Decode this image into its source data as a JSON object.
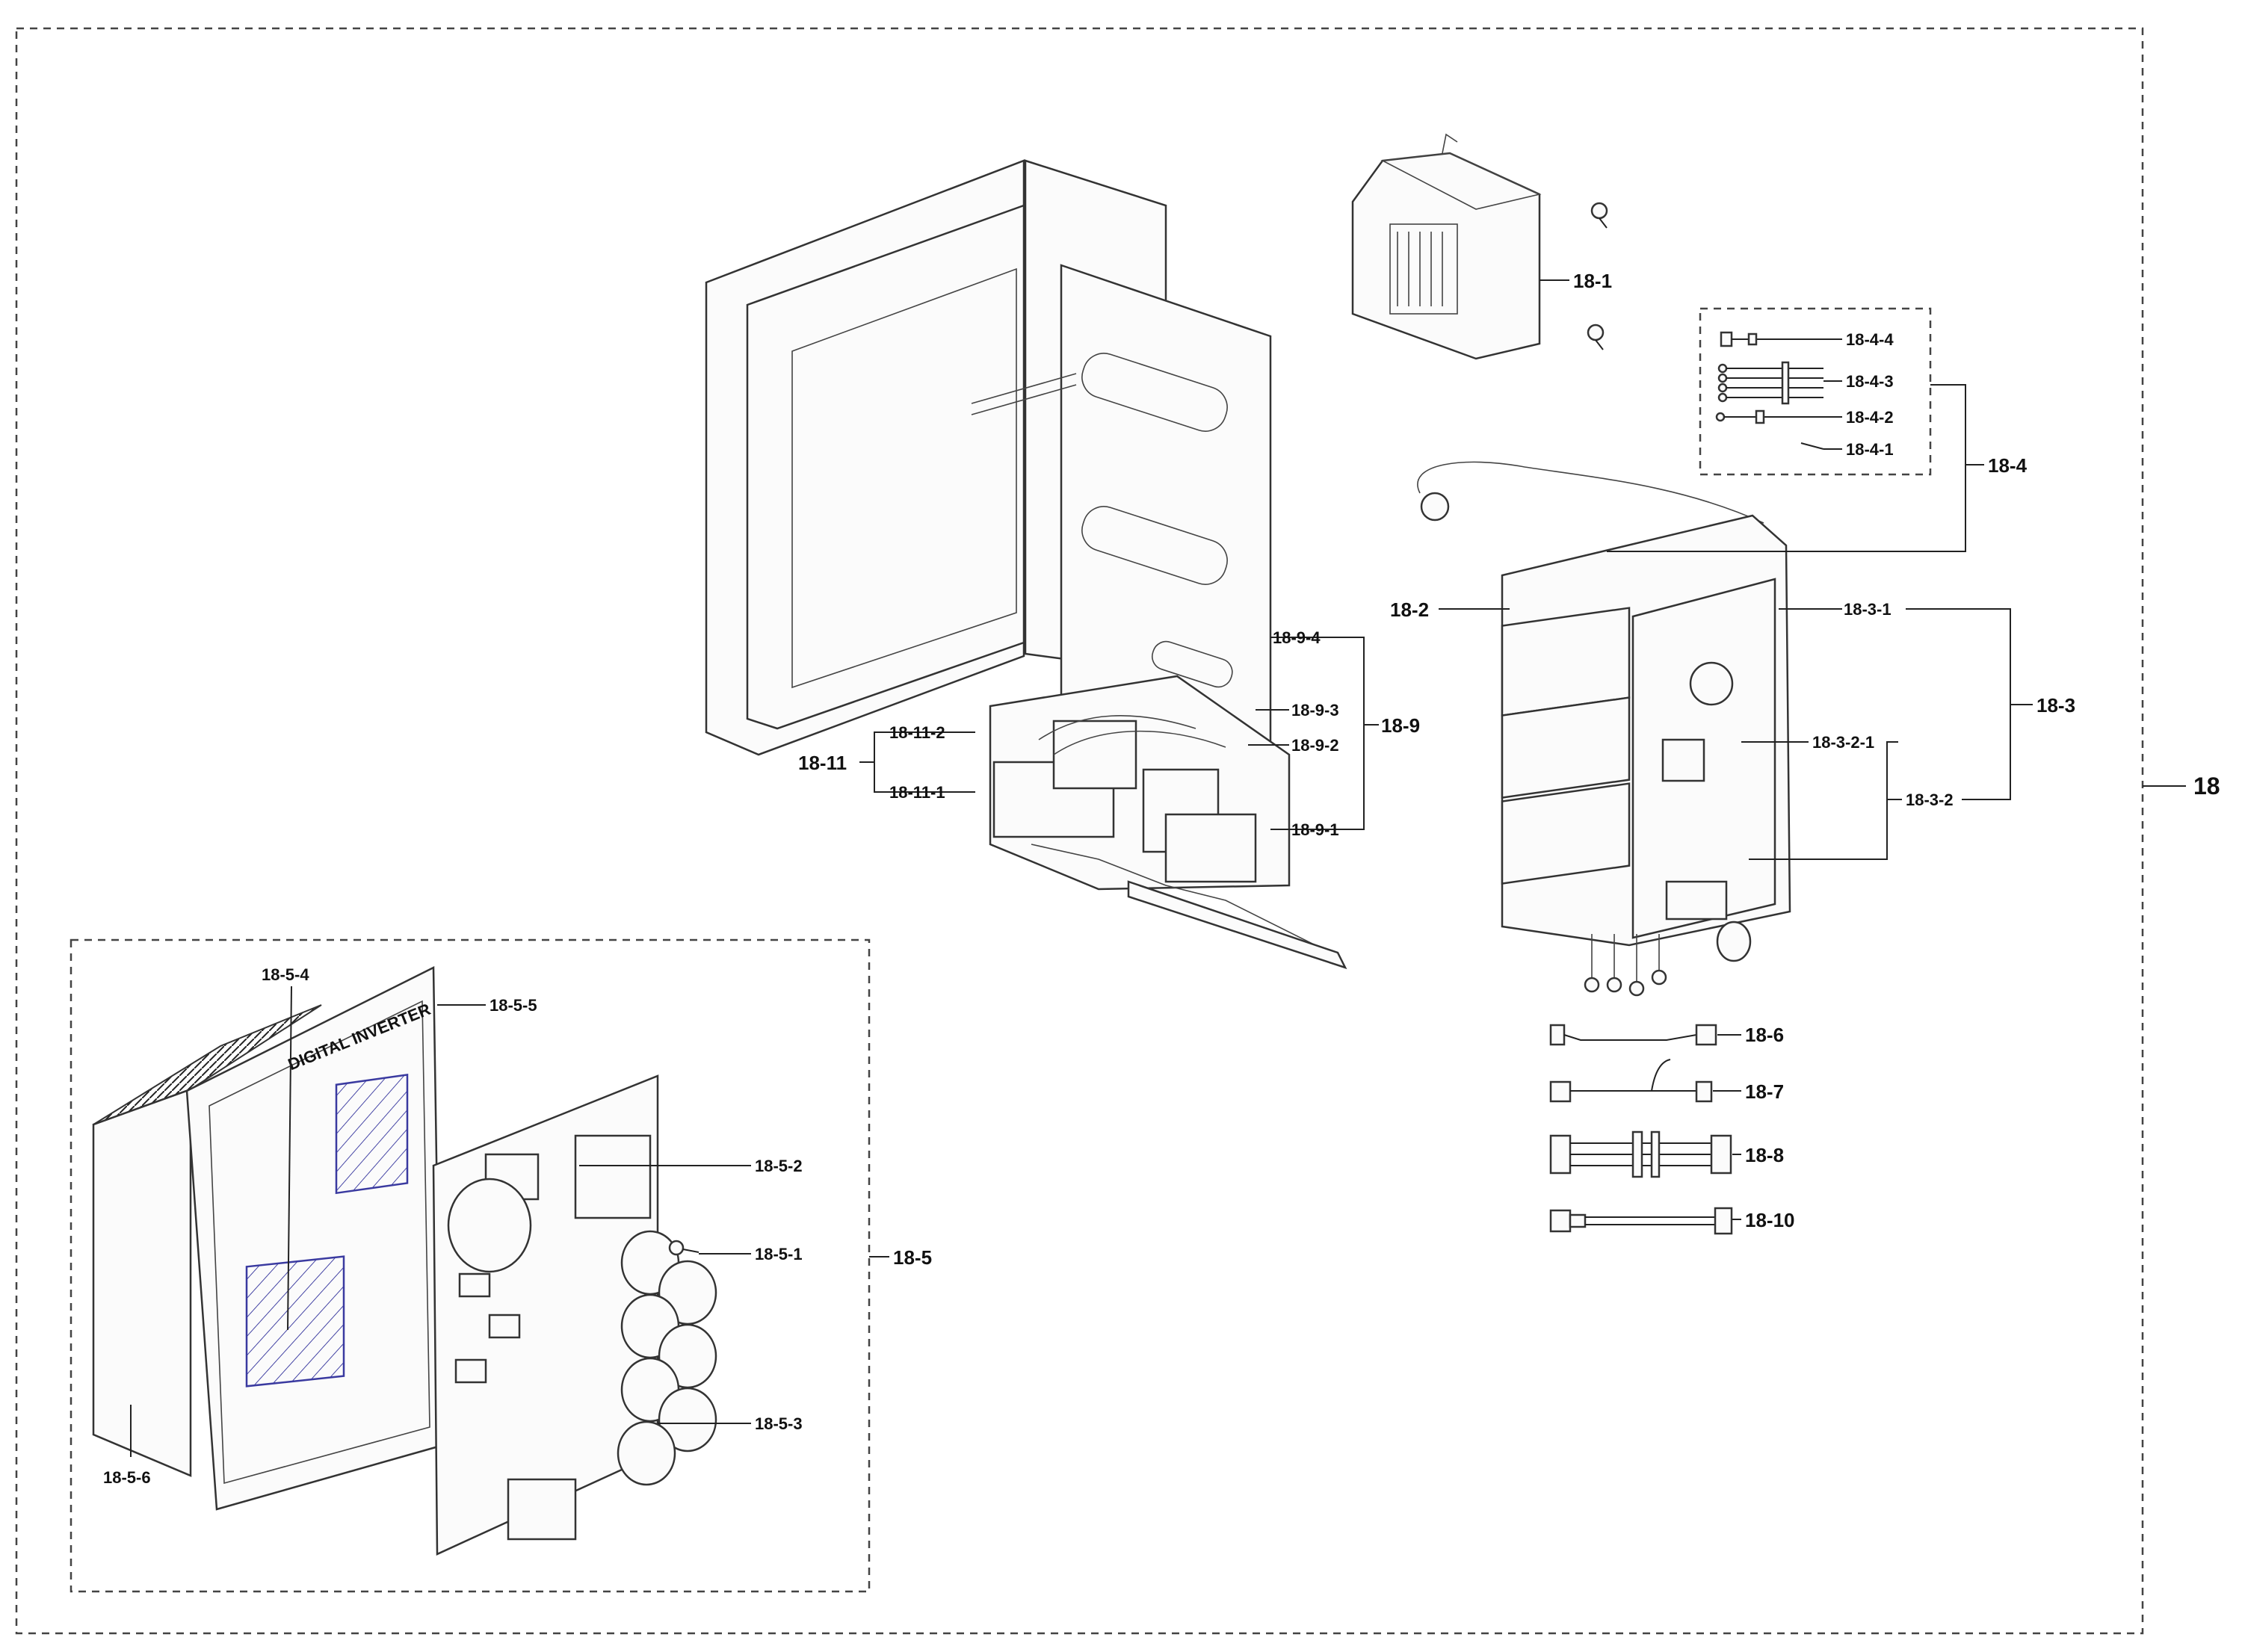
{
  "labels": {
    "l18": "18",
    "l18_1": "18-1",
    "l18_2": "18-2",
    "l18_3": "18-3",
    "l18_3_1": "18-3-1",
    "l18_3_2": "18-3-2",
    "l18_3_2_1": "18-3-2-1",
    "l18_4": "18-4",
    "l18_4_1": "18-4-1",
    "l18_4_2": "18-4-2",
    "l18_4_3": "18-4-3",
    "l18_4_4": "18-4-4",
    "l18_5": "18-5",
    "l18_5_1": "18-5-1",
    "l18_5_2": "18-5-2",
    "l18_5_3": "18-5-3",
    "l18_5_4": "18-5-4",
    "l18_5_5": "18-5-5",
    "l18_5_6": "18-5-6",
    "l18_6": "18-6",
    "l18_7": "18-7",
    "l18_8": "18-8",
    "l18_9": "18-9",
    "l18_9_1": "18-9-1",
    "l18_9_2": "18-9-2",
    "l18_9_3": "18-9-3",
    "l18_9_4": "18-9-4",
    "l18_10": "18-10",
    "l18_11": "18-11",
    "l18_11_1": "18-11-1",
    "l18_11_2": "18-11-2"
  },
  "heatsink_text": "DIGITAL INVERTER",
  "colors": {
    "line": "#222222",
    "hatch": "#3a3aa0",
    "background": "#ffffff"
  }
}
